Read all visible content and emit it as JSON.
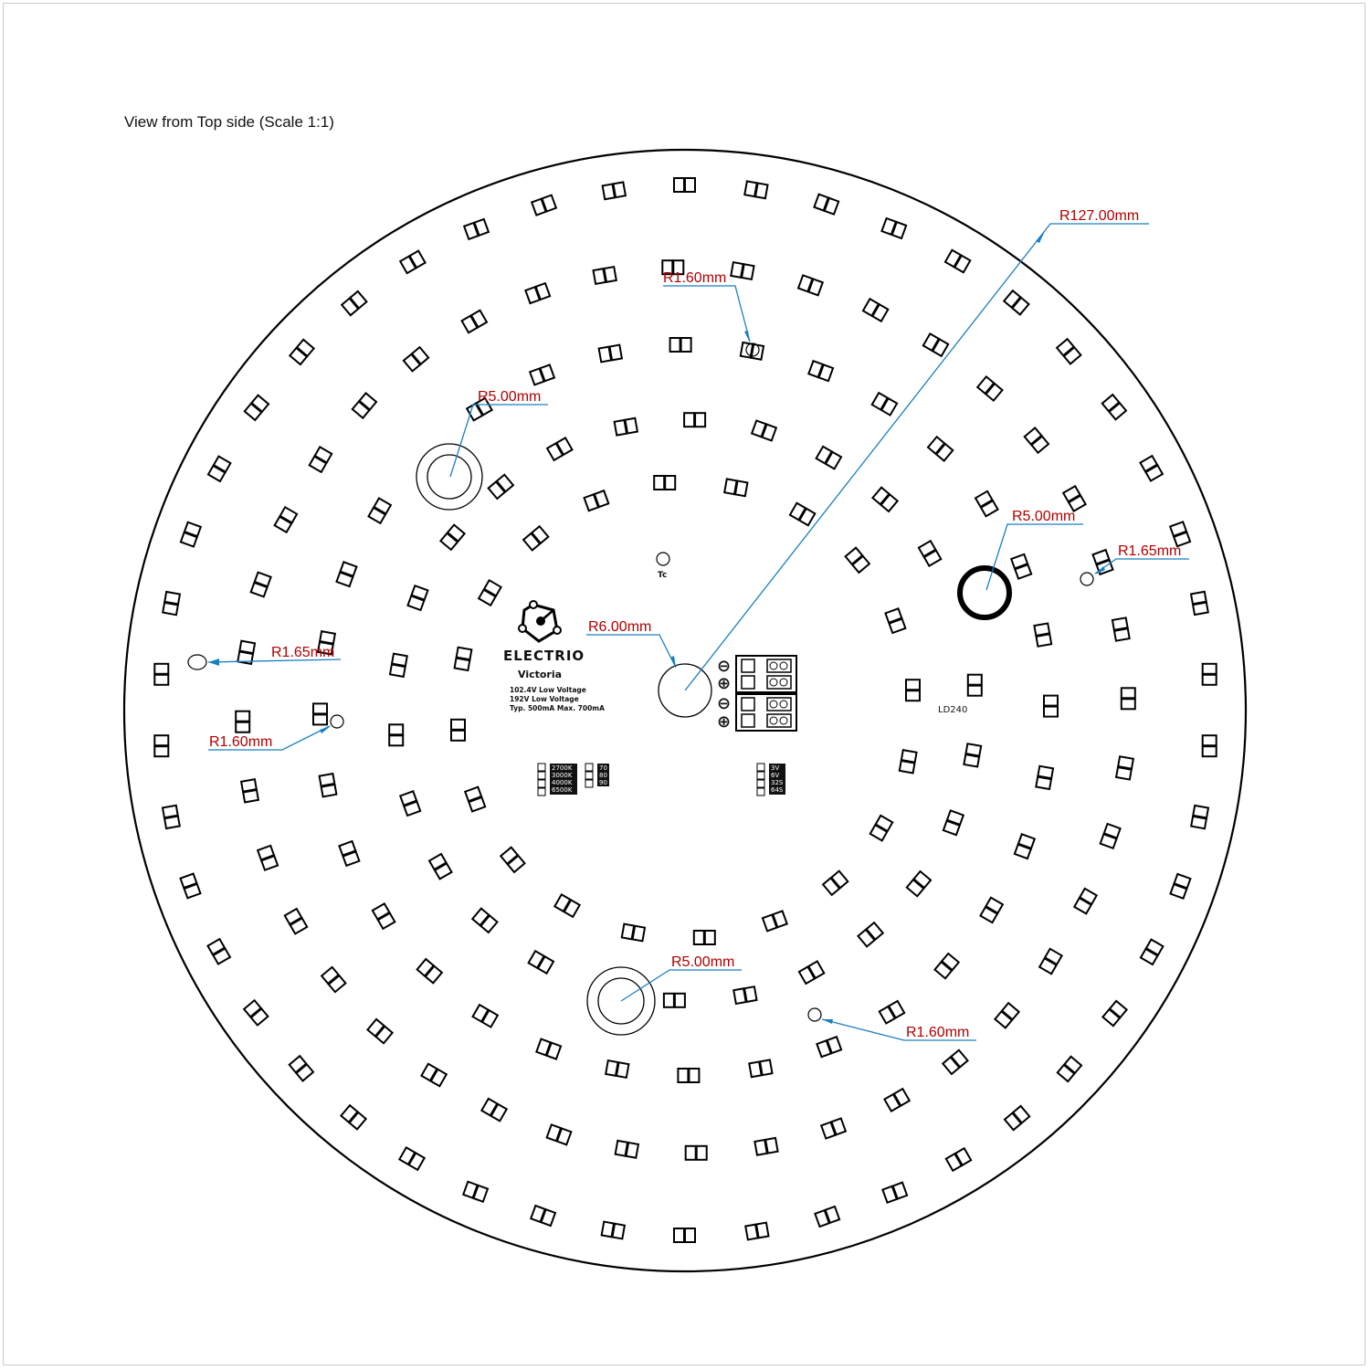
{
  "view_title": "View from Top side (Scale 1:1)",
  "brand": "ELECTRIO",
  "model": "Victoria",
  "specs": [
    "102.4V Low Voltage",
    "192V Low Voltage",
    "Typ. 500mA Max. 700mA"
  ],
  "tc_label": "Tc",
  "part_label": "LD240",
  "cct_options": [
    "2700K",
    "3000K",
    "4000K",
    "6500K"
  ],
  "cri_options": [
    "70",
    "80",
    "90"
  ],
  "config_options": [
    "3V",
    "6V",
    "32S",
    "64S"
  ],
  "terminal_symbols": [
    "⊖",
    "⊕",
    "⊖",
    "⊕"
  ],
  "dimensions": {
    "outer_radius": "R127.00mm",
    "center_hole": "R6.00mm",
    "mount_hole_top_left": "R5.00mm",
    "mount_hole_right": "R5.00mm",
    "mount_hole_bottom": "R5.00mm",
    "small_hole_top": "R1.60mm",
    "small_hole_left_lower": "R1.60mm",
    "small_hole_bottom_right": "R1.60mm",
    "small_hole_right": "R1.65mm",
    "small_hole_left": "R1.65mm"
  },
  "colors": {
    "dimension_text": "#b00000",
    "leader_line": "#1a7fc0",
    "outline": "#000000"
  }
}
